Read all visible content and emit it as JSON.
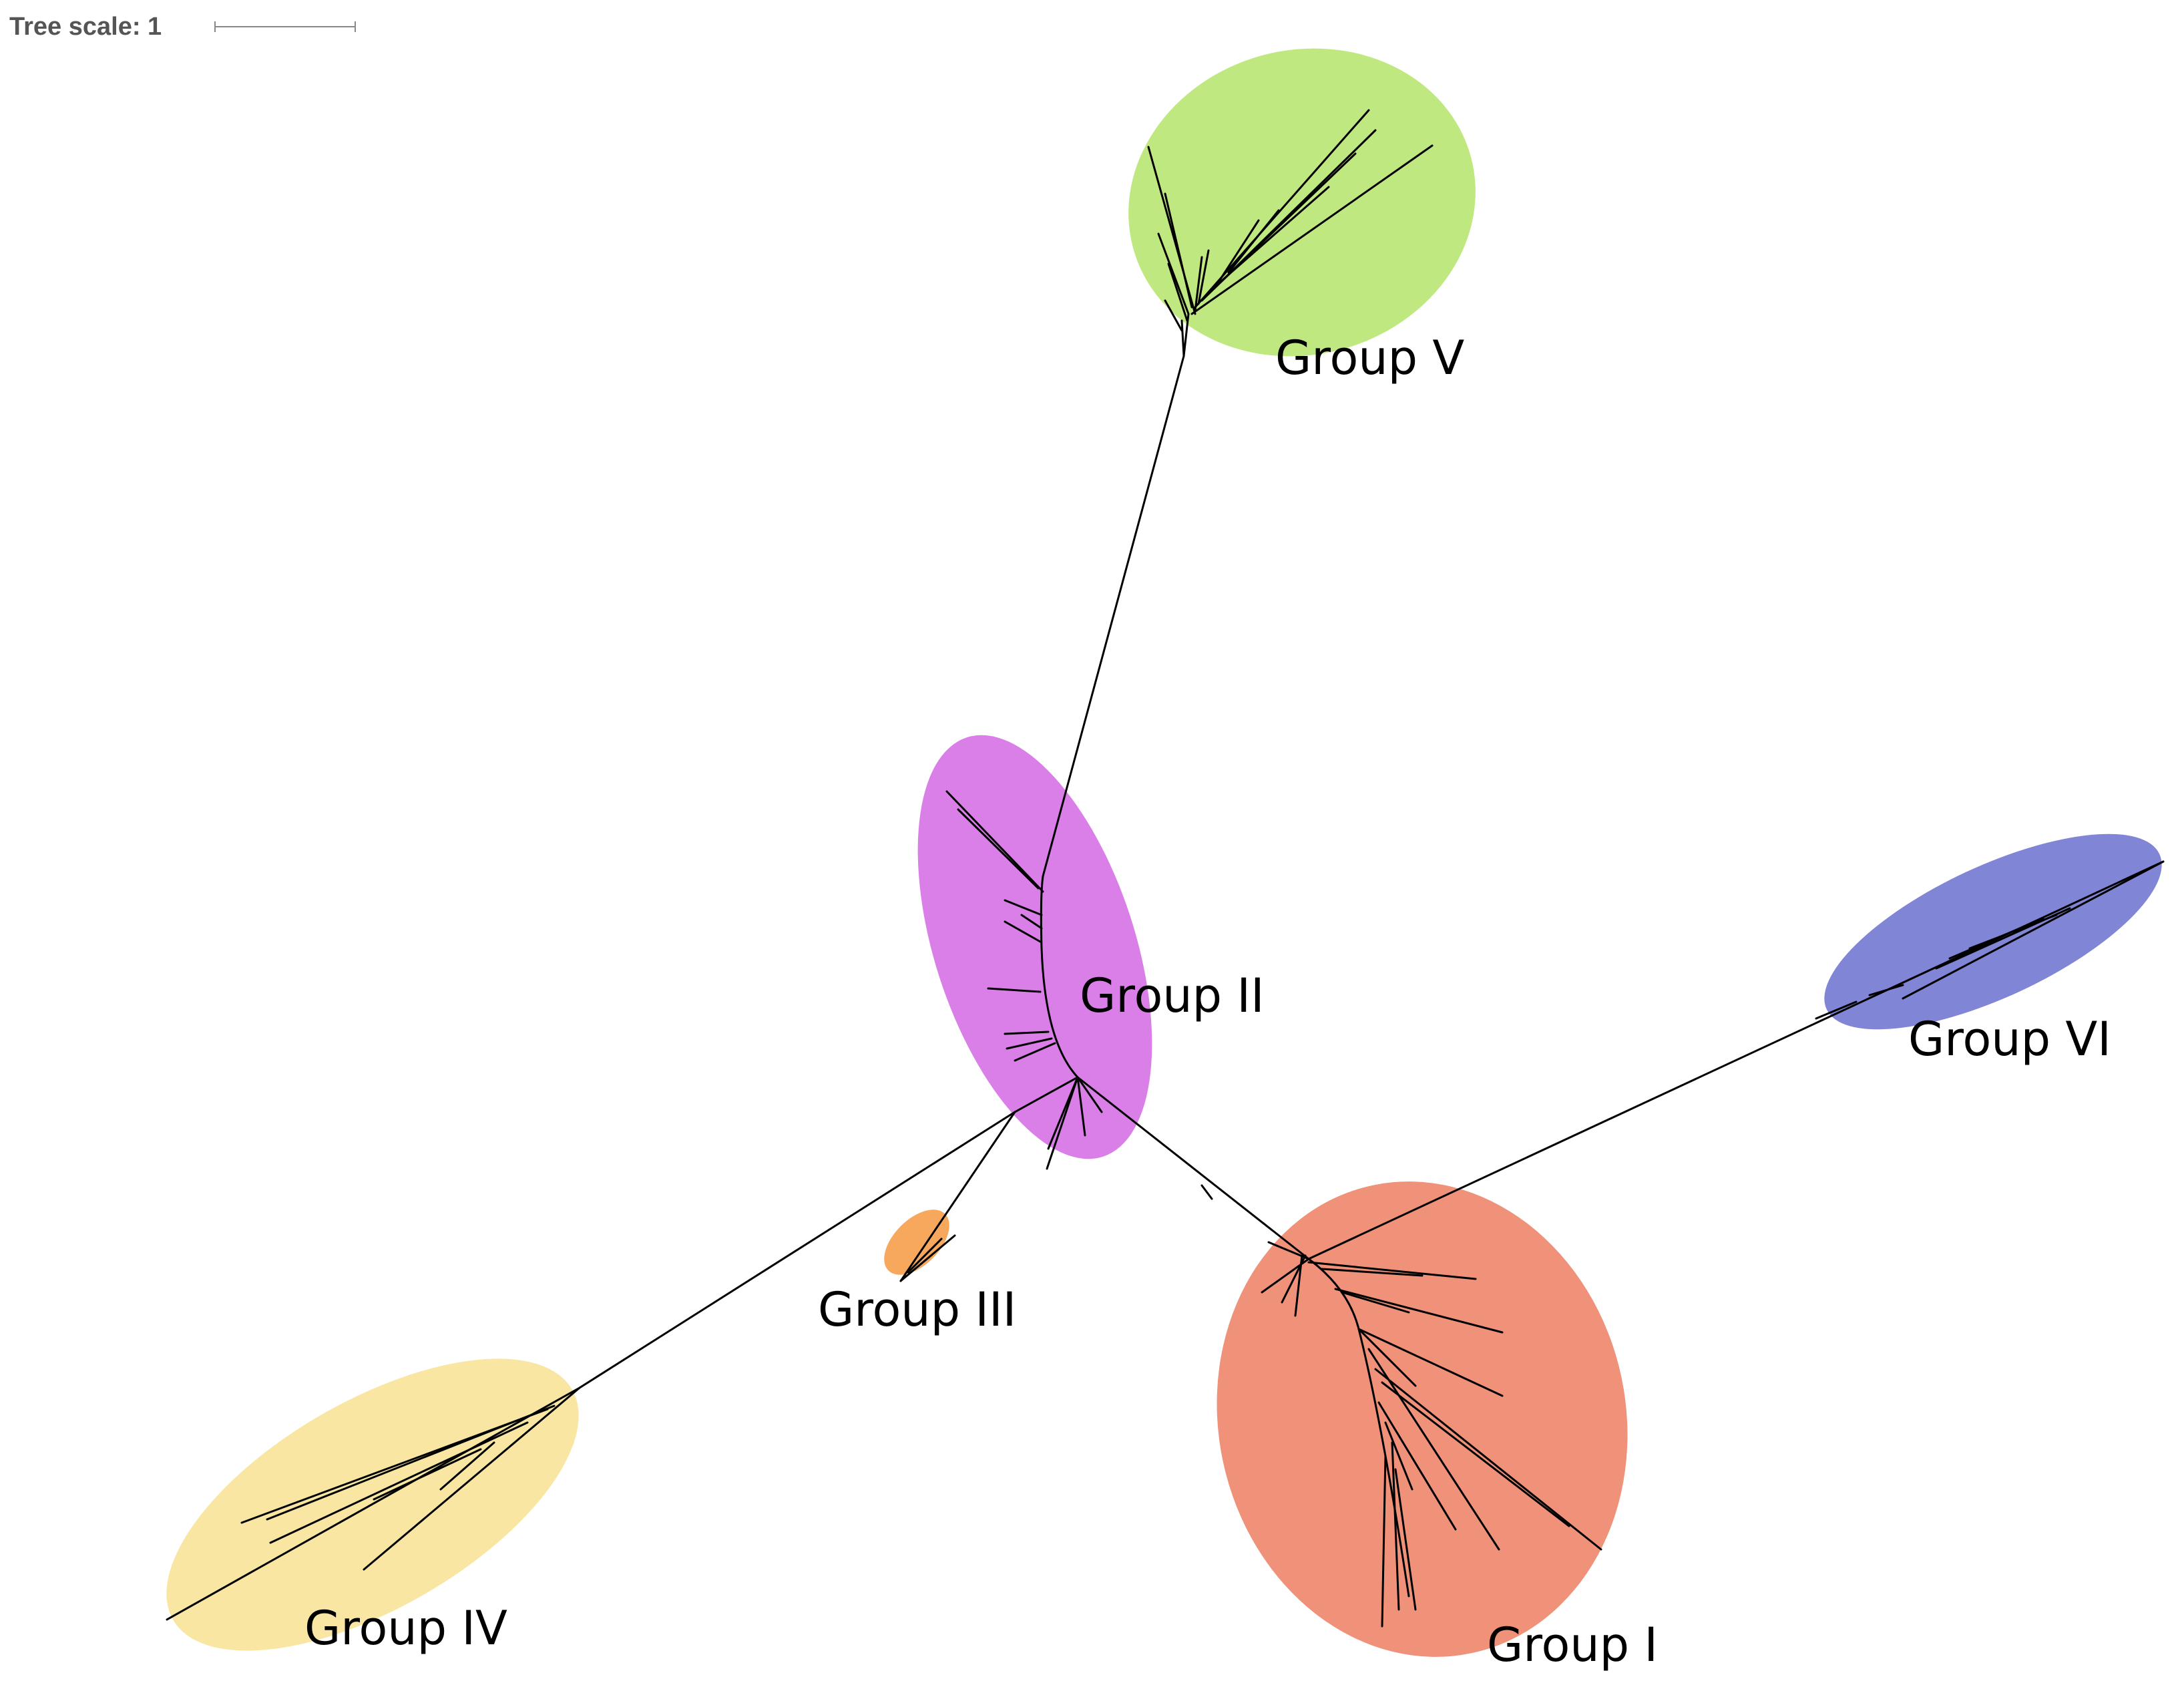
{
  "tree_scale": {
    "label": "Tree scale: 1"
  },
  "groups": [
    {
      "id": "group-i",
      "label": "Group I",
      "color": "#f0917a"
    },
    {
      "id": "group-ii",
      "label": "Group II",
      "color": "#db7fe8"
    },
    {
      "id": "group-iii",
      "label": "Group III",
      "color": "#f7a85c"
    },
    {
      "id": "group-iv",
      "label": "Group IV",
      "color": "#f8e6a2"
    },
    {
      "id": "group-v",
      "label": "Group V",
      "color": "#bfe980"
    },
    {
      "id": "group-vi",
      "label": "Group VI",
      "color": "#8085d6"
    }
  ]
}
